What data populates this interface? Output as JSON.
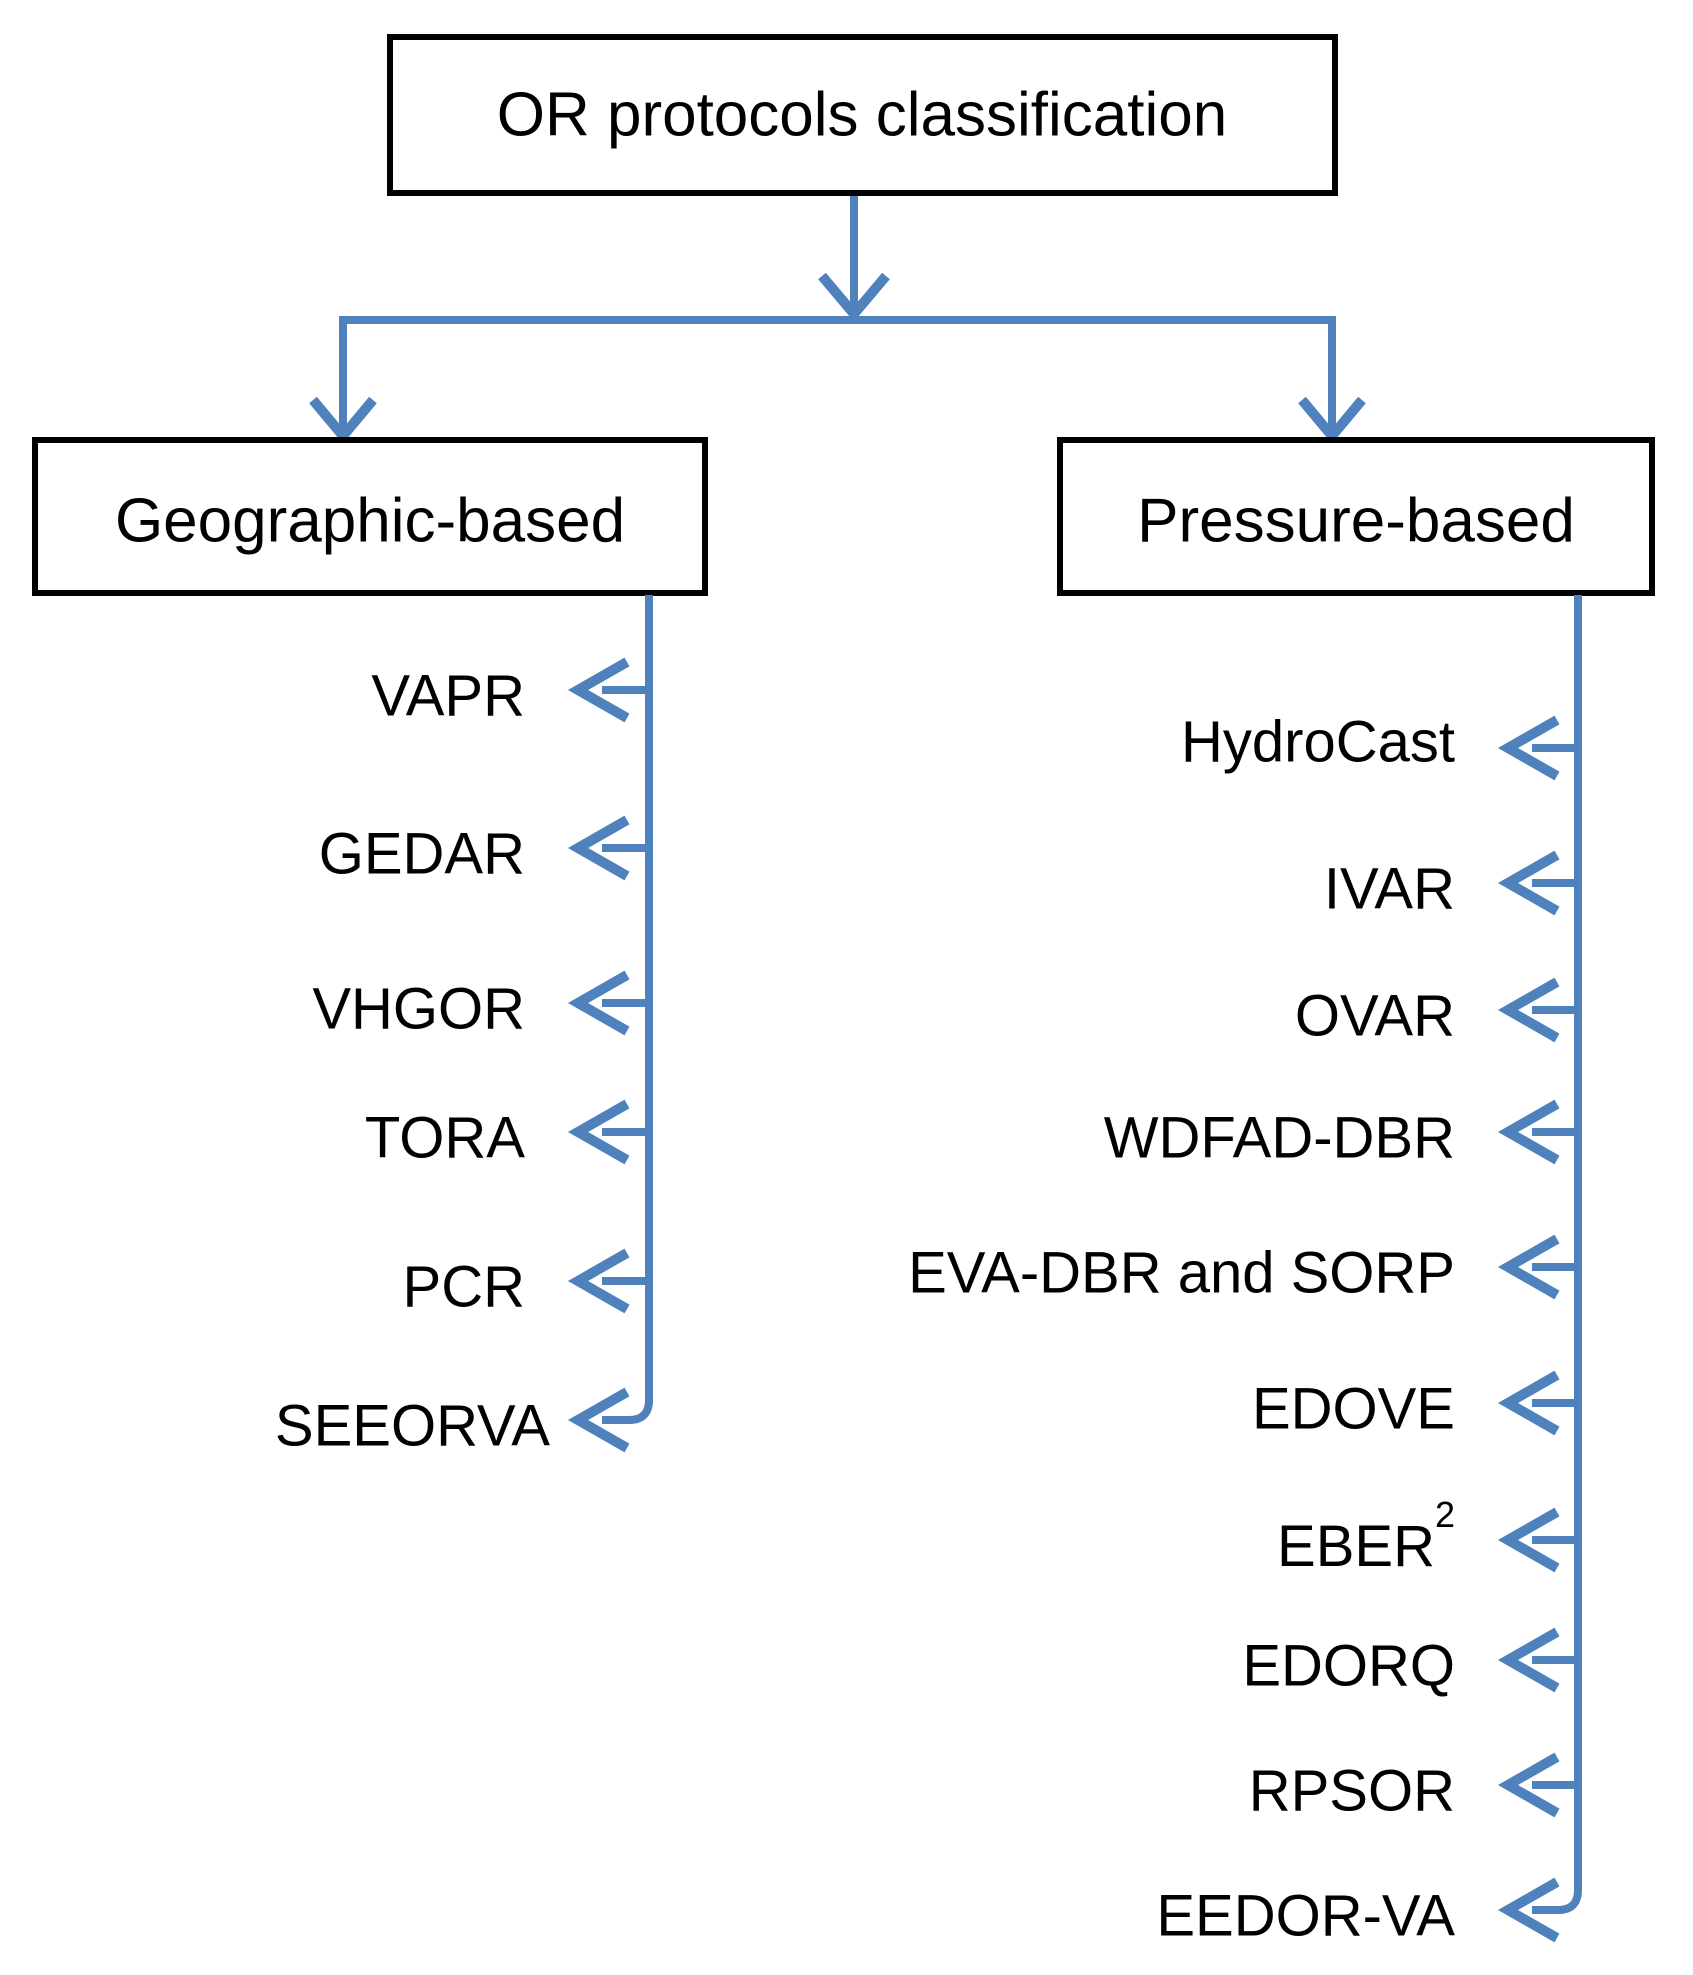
{
  "title": "OR protocols classification",
  "branches": [
    {
      "label": "Geographic-based",
      "items": [
        "VAPR",
        "GEDAR",
        "VHGOR",
        "TORA",
        "PCR",
        "SEEORVA"
      ]
    },
    {
      "label": "Pressure-based",
      "items": [
        "HydroCast",
        "IVAR",
        "OVAR",
        "WDFAD-DBR",
        "EVA-DBR and SORP",
        "EDOVE",
        "EBER",
        "EDORQ",
        "RPSOR",
        "EEDOR-VA"
      ],
      "eber_superscript": "2"
    }
  ],
  "colors": {
    "connector_blue": "#4f81bd",
    "box_border": "#000000",
    "text": "#000000",
    "background": "#ffffff"
  }
}
